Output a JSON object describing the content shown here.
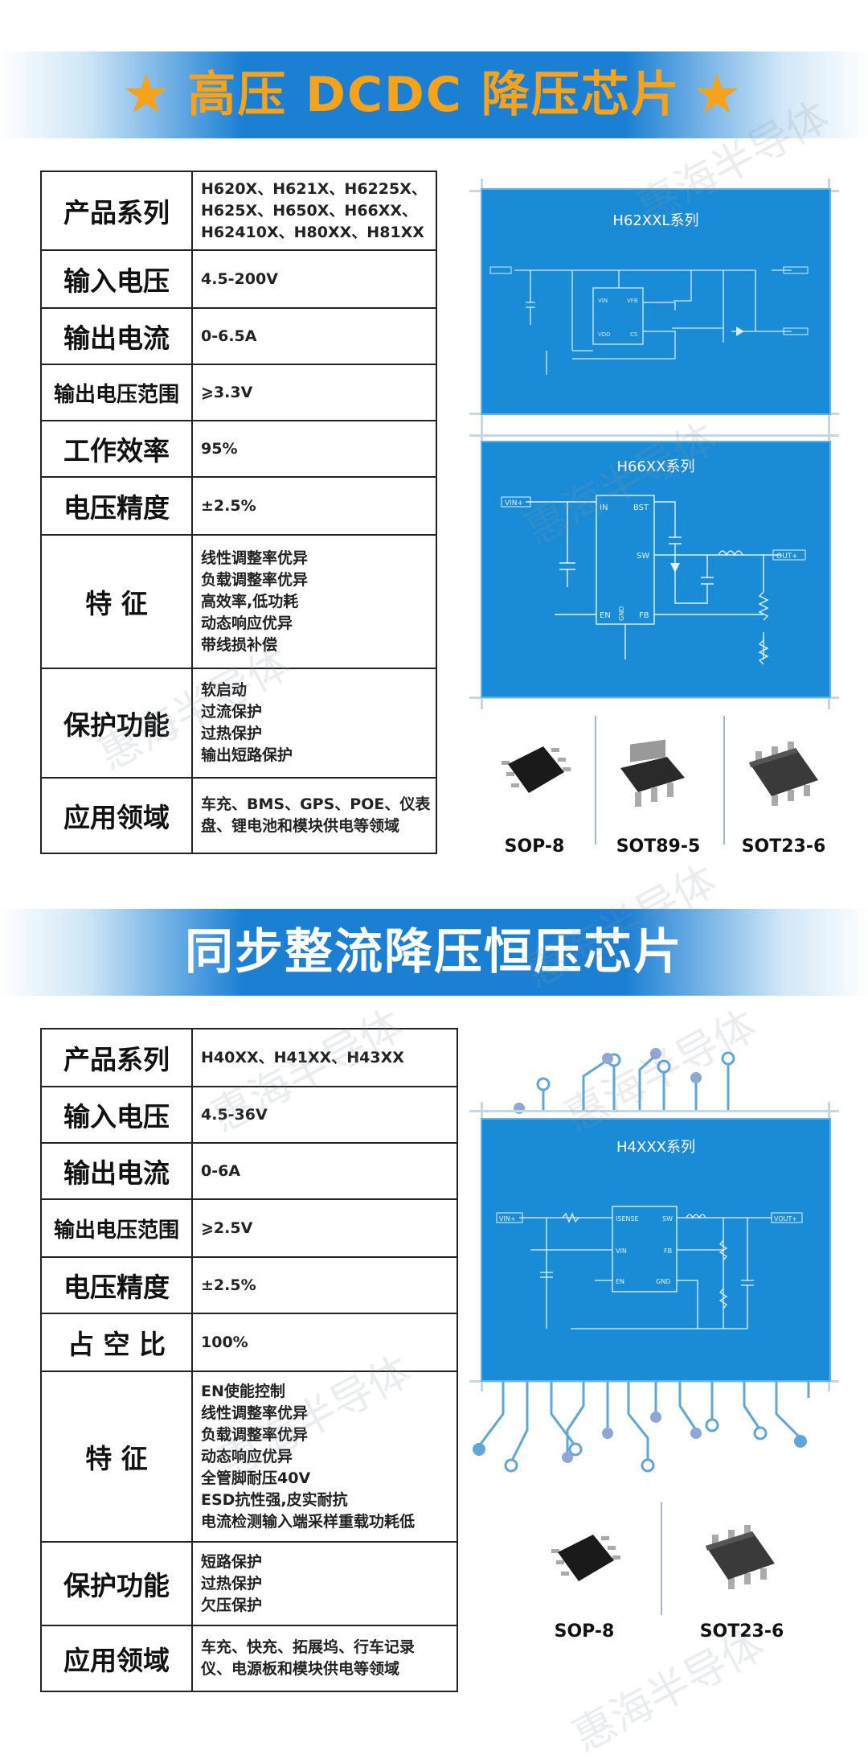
{
  "section1": {
    "title": "高压 DCDC 降压芯片",
    "rows": [
      {
        "key": "产品系列",
        "lines": [
          "H620X、H621X、H6225X、",
          "H625X、H650X、H66XX、",
          "H62410X、H80XX、H81XX"
        ]
      },
      {
        "key": "输入电压",
        "lines": [
          "4.5-200V"
        ]
      },
      {
        "key": "输出电流",
        "lines": [
          "0-6.5A"
        ]
      },
      {
        "key": "输出电压范围",
        "lines": [
          "⩾3.3V"
        ]
      },
      {
        "key": "工作效率",
        "lines": [
          "95%"
        ]
      },
      {
        "key": "电压精度",
        "lines": [
          "±2.5%"
        ]
      },
      {
        "key": "特 征",
        "lines": [
          "线性调整率优异",
          "负载调整率优异",
          "高效率,低功耗",
          "动态响应优异",
          "带线损补偿"
        ]
      },
      {
        "key": "保护功能",
        "lines": [
          "软启动",
          "过流保护",
          "过热保护",
          "输出短路保护"
        ]
      },
      {
        "key": "应用领域",
        "lines": [
          "车充、BMS、GPS、POE、仪表",
          "盘、锂电池和模块供电等领域"
        ]
      }
    ],
    "schematic1": {
      "title": "H62XXL系列"
    },
    "schematic2": {
      "title": "H66XX系列",
      "labels": {
        "vin": "VIN+",
        "in": "IN",
        "bst": "BST",
        "sw": "SW",
        "out": "OUT+",
        "en": "EN",
        "gnd": "GND",
        "fb": "FB"
      }
    },
    "packages": [
      "SOP-8",
      "SOT89-5",
      "SOT23-6"
    ]
  },
  "section2": {
    "title": "同步整流降压恒压芯片",
    "rows": [
      {
        "key": "产品系列",
        "lines": [
          "H40XX、H41XX、H43XX"
        ]
      },
      {
        "key": "输入电压",
        "lines": [
          "4.5-36V"
        ]
      },
      {
        "key": "输出电流",
        "lines": [
          "0-6A"
        ]
      },
      {
        "key": "输出电压范围",
        "lines": [
          "⩾2.5V"
        ]
      },
      {
        "key": "电压精度",
        "lines": [
          "±2.5%"
        ]
      },
      {
        "key": "占 空 比",
        "lines": [
          "100%"
        ]
      },
      {
        "key": "特 征",
        "lines": [
          "EN使能控制",
          "线性调整率优异",
          "负载调整率优异",
          "动态响应优异",
          "全管脚耐压40V",
          "ESD抗性强,皮实耐抗",
          "电流检测输入端采样重载功耗低"
        ]
      },
      {
        "key": "保护功能",
        "lines": [
          "短路保护",
          "过热保护",
          "欠压保护"
        ]
      },
      {
        "key": "应用领域",
        "lines": [
          "车充、快充、拓展坞、行车记录",
          "仪、电源板和模块供电等领域"
        ]
      }
    ],
    "schematic": {
      "title": "H4XXX系列",
      "labels": {
        "vin": "VIN+",
        "isense": "ISENSE",
        "sw": "SW",
        "vin2": "VIN",
        "fb": "FB",
        "en": "EN",
        "gnd": "GND",
        "out": "VOUT+"
      }
    },
    "packages": [
      "SOP-8",
      "SOT23-6"
    ]
  },
  "watermark": "惠海半导体",
  "colors": {
    "accent_orange": "#f7a21b",
    "banner_blue": "#1b7fd4",
    "schematic_blue": "#1a8bd6"
  }
}
